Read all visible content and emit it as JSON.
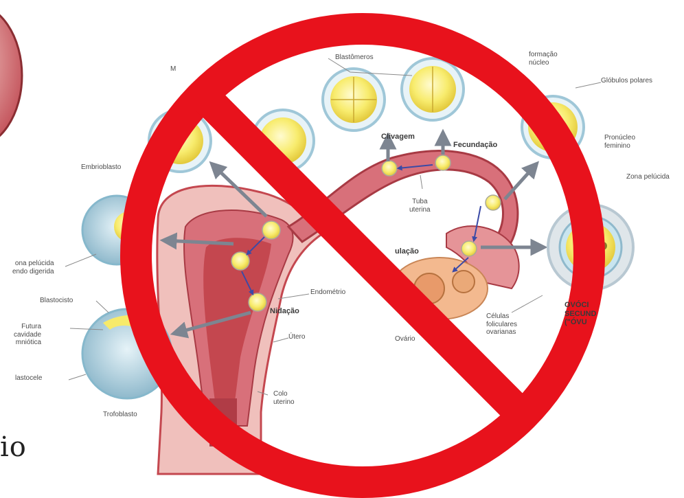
{
  "labels": {
    "blastomeros": "Blastômeros",
    "formacao_pronucleo": "formação\nnúcleo",
    "globulos_polares": "Glóbulos polares",
    "pronucleo_feminino": "Pronúcleo\nfeminino",
    "zona_pelucida_right": "Zona pelúcida",
    "clivagem": "Clivagem",
    "fecundacao": "Fecundação",
    "tuba_uterina": "Tuba\nuterina",
    "ovulacao": "ulação",
    "embrioblasto": "Embrioblasto",
    "zona_pelucida_left": "ona pelúcida\nendo digerida",
    "blastocisto": "Blastocisto",
    "futura_cavidade": "Futura\ncavidade\nmniótica",
    "blastocele": "lastocele",
    "trofoblasto": "Trofoblasto",
    "endometrio": "Endométrio",
    "nidacao": "Nidação",
    "utero": "Útero",
    "colo_uterino": "Colo\nuterino",
    "ovario": "Ovário",
    "celulas_foliculares": "Células\nfoliculares\novarianas",
    "ovocito": "OVÓCI\nSECUND\n(\"ÓVU",
    "morula": "M"
  },
  "bottom_word": "io",
  "colors": {
    "prohibition_red": "#e8121c",
    "tissue_dark": "#c4474f",
    "tissue_mid": "#d8707a",
    "tissue_light": "#f0c0bc",
    "cell_yellow": "#f7ea6a",
    "zona_blue": "#bfe2ee",
    "arrow_gray": "#7d8591"
  },
  "icons": [
    "prohibition-sign-icon"
  ]
}
